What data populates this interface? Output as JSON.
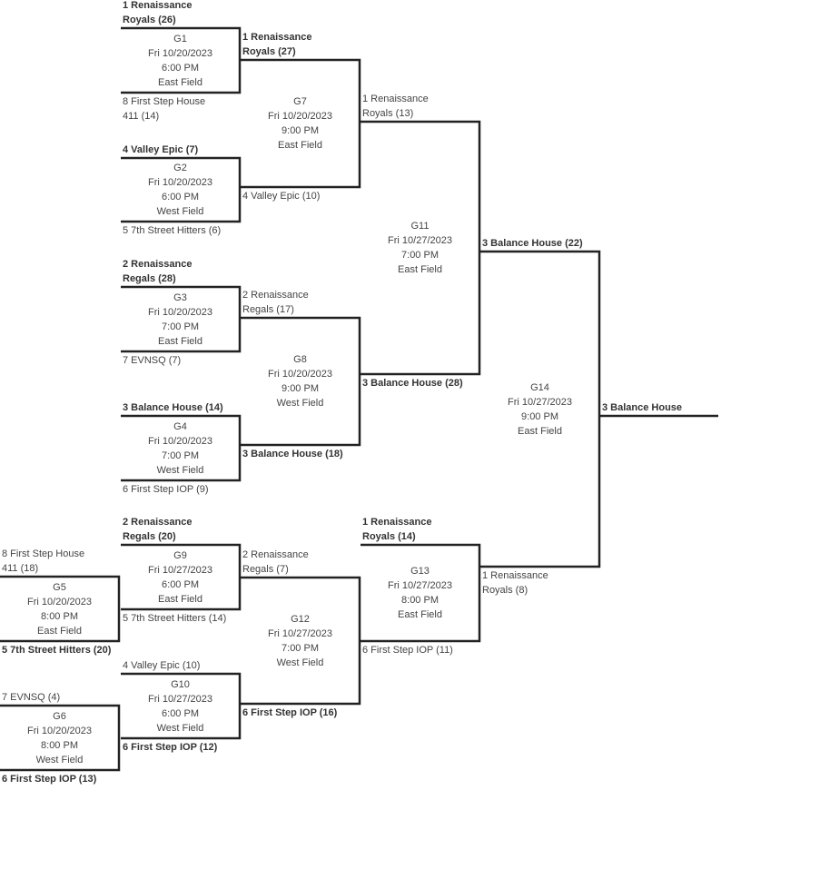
{
  "bracket": {
    "games": [
      {
        "id": "G1",
        "title": "G1",
        "date": "Fri 10/20/2023",
        "time": "6:00 PM",
        "field": "East Field",
        "top": {
          "text": "1 Renaissance\nRoyals (26)",
          "winner": true
        },
        "bottom": {
          "text": "8 First Step House\n411 (14)",
          "winner": false
        }
      },
      {
        "id": "G2",
        "title": "G2",
        "date": "Fri 10/20/2023",
        "time": "6:00 PM",
        "field": "West Field",
        "top": {
          "text": "4 Valley Epic (7)",
          "winner": true
        },
        "bottom": {
          "text": "5 7th Street Hitters (6)",
          "winner": false
        }
      },
      {
        "id": "G3",
        "title": "G3",
        "date": "Fri 10/20/2023",
        "time": "7:00 PM",
        "field": "East Field",
        "top": {
          "text": "2 Renaissance\nRegals (28)",
          "winner": true
        },
        "bottom": {
          "text": "7 EVNSQ (7)",
          "winner": false
        }
      },
      {
        "id": "G4",
        "title": "G4",
        "date": "Fri 10/20/2023",
        "time": "7:00 PM",
        "field": "West Field",
        "top": {
          "text": "3 Balance House (14)",
          "winner": true
        },
        "bottom": {
          "text": "6 First Step IOP (9)",
          "winner": false
        }
      },
      {
        "id": "G7",
        "title": "G7",
        "date": "Fri 10/20/2023",
        "time": "9:00 PM",
        "field": "East Field",
        "top": {
          "text": "1 Renaissance\nRoyals (27)",
          "winner": true
        },
        "bottom": {
          "text": "4 Valley Epic (10)",
          "winner": false
        }
      },
      {
        "id": "G8",
        "title": "G8",
        "date": "Fri 10/20/2023",
        "time": "9:00 PM",
        "field": "West Field",
        "top": {
          "text": "2 Renaissance\nRegals (17)",
          "winner": false
        },
        "bottom": {
          "text": "3 Balance House (18)",
          "winner": true
        }
      },
      {
        "id": "G11",
        "title": "G11",
        "date": "Fri 10/27/2023",
        "time": "7:00 PM",
        "field": "East Field",
        "top": {
          "text": "1 Renaissance\nRoyals (13)",
          "winner": false
        },
        "bottom": {
          "text": "3 Balance House (28)",
          "winner": true
        }
      },
      {
        "id": "G5",
        "title": "G5",
        "date": "Fri 10/20/2023",
        "time": "8:00 PM",
        "field": "East Field",
        "top": {
          "text": "8 First Step House\n411 (18)",
          "winner": false
        },
        "bottom": {
          "text": "5 7th Street Hitters (20)",
          "winner": true
        }
      },
      {
        "id": "G6",
        "title": "G6",
        "date": "Fri 10/20/2023",
        "time": "8:00 PM",
        "field": "West Field",
        "top": {
          "text": "7 EVNSQ (4)",
          "winner": false
        },
        "bottom": {
          "text": "6 First Step IOP (13)",
          "winner": true
        }
      },
      {
        "id": "G9",
        "title": "G9",
        "date": "Fri 10/27/2023",
        "time": "6:00 PM",
        "field": "East Field",
        "top": {
          "text": "2 Renaissance\nRegals (20)",
          "winner": true
        },
        "bottom": {
          "text": "5 7th Street Hitters (14)",
          "winner": false
        }
      },
      {
        "id": "G10",
        "title": "G10",
        "date": "Fri 10/27/2023",
        "time": "6:00 PM",
        "field": "West Field",
        "top": {
          "text": "4 Valley Epic (10)",
          "winner": false
        },
        "bottom": {
          "text": "6 First Step IOP (12)",
          "winner": true
        }
      },
      {
        "id": "G12",
        "title": "G12",
        "date": "Fri 10/27/2023",
        "time": "7:00 PM",
        "field": "West Field",
        "top": {
          "text": "2 Renaissance\nRegals (7)",
          "winner": false
        },
        "bottom": {
          "text": "6 First Step IOP (16)",
          "winner": true
        }
      },
      {
        "id": "G13",
        "title": "G13",
        "date": "Fri 10/27/2023",
        "time": "8:00 PM",
        "field": "East Field",
        "top": {
          "text": "1 Renaissance\nRoyals (14)",
          "winner": true
        },
        "bottom": {
          "text": "6 First Step IOP (11)",
          "winner": false
        }
      },
      {
        "id": "G14",
        "title": "G14",
        "date": "Fri 10/27/2023",
        "time": "9:00 PM",
        "field": "East Field",
        "top": {
          "text": "3 Balance House (22)",
          "winner": true
        },
        "bottom": {
          "text": "1 Renaissance\nRoyals (8)",
          "winner": false
        }
      }
    ],
    "champion": {
      "text": "3 Balance House",
      "winner": true
    }
  }
}
